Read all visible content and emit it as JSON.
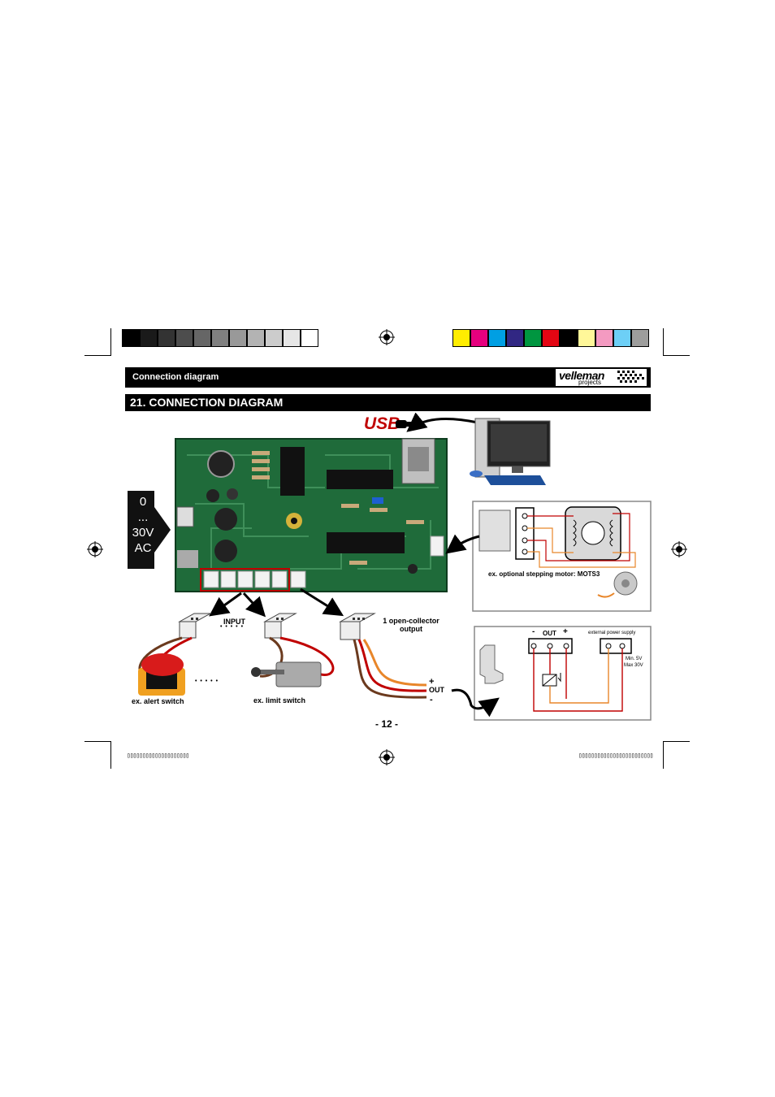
{
  "header": {
    "section_label": "Connection diagram",
    "logo_main": "velleman",
    "logo_sub": "projects",
    "heading": "21. CONNECTION DIAGRAM"
  },
  "colors": {
    "gray_swatches": [
      "#000000",
      "#1a1a1a",
      "#333333",
      "#4d4d4d",
      "#666666",
      "#808080",
      "#999999",
      "#b3b3b3",
      "#cccccc",
      "#e6e6e6",
      "#ffffff"
    ],
    "color_swatches": [
      "#ffed00",
      "#e6007e",
      "#009fe3",
      "#312783",
      "#009640",
      "#e30613",
      "#000000",
      "#fff799",
      "#f49ac1",
      "#6dcff6",
      "#9d9d9c"
    ],
    "pcb_green": "#1f6b3a",
    "accent_red": "#c00000",
    "wire_orange": "#e8862a"
  },
  "power_label": {
    "line1": "0",
    "line2": "...",
    "line3": "30V",
    "line4": "AC"
  },
  "usb": {
    "label": "USB"
  },
  "motor_panel": {
    "caption": "ex. optional stepping motor: MOTS3"
  },
  "relay_panel": {
    "out_minus": "-",
    "out_label": "OUT",
    "out_plus": "+",
    "supply_label": "external power supply",
    "min_label": "Min. 5V",
    "max_label": "Max 30V"
  },
  "inputs": {
    "input_label": "INPUT",
    "dots": "• • • • •",
    "alert_caption": "ex. alert switch",
    "limit_caption": "ex. limit switch"
  },
  "output": {
    "oc_line1": "1 open-collector",
    "oc_line2": "output",
    "plus": "+",
    "out": "OUT",
    "minus": "-"
  },
  "page_number": "- 12 -",
  "footer": {
    "left_code": "\u0000\u0000\u0000\u0000\u0000\u0000\u0000\u0000\u0000\u0000\u0000\u0000\u0000\u0000\u0000\u0000\u0000\u0000\u0000\u0000",
    "right_code": "\u0000\u0000\u0000\u0000\u0000\u0000\u0000\u0000\u0000\u0000\u0000\u0000\u0000\u0000\u0000\u0000\u0000\u0000\u0000\u0000\u0000\u0000\u0000\u0000"
  },
  "footer_display": {
    "left": "▯▯▯▯▯▯▯▯▯▯▯▯▯▯▯▯▯▯▯▯",
    "right": "▯▯▯▯▯▯▯▯▯▯▯▯▯▯▯▯▯▯▯▯▯▯▯▯"
  }
}
